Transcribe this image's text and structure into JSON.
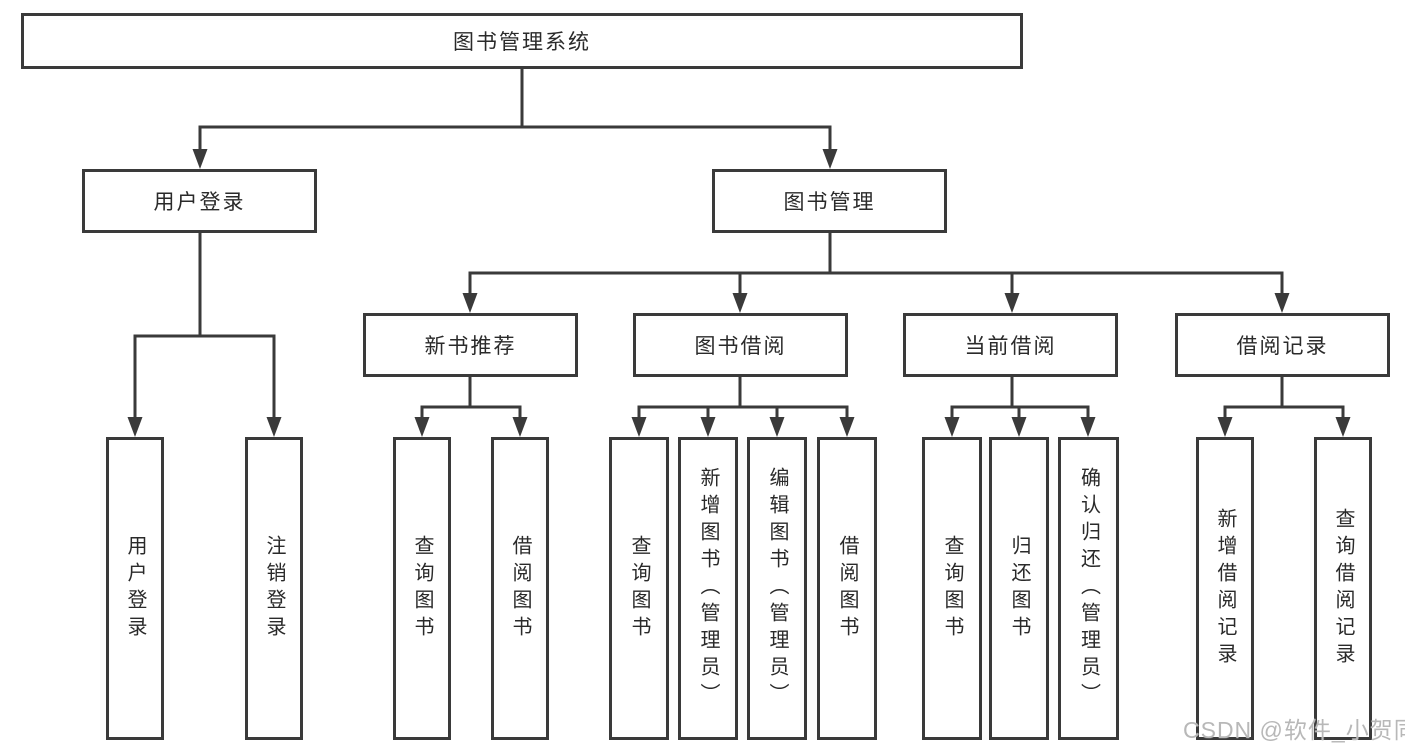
{
  "diagram": {
    "title_node": "图书管理系统",
    "colors": {
      "line": "#3a3a3a",
      "text": "#2a2a2a",
      "background": "#ffffff"
    },
    "level1": {
      "user_login": {
        "label": "用户登录"
      },
      "book_management": {
        "label": "图书管理"
      }
    },
    "level2": {
      "new_book_recommend": {
        "label": "新书推荐"
      },
      "book_borrow": {
        "label": "图书借阅"
      },
      "current_borrow": {
        "label": "当前借阅"
      },
      "borrow_records": {
        "label": "借阅记录"
      }
    },
    "leaves": {
      "user_login": [
        "用户登录",
        "注销登录"
      ],
      "new_book_recommend": [
        "查询图书",
        "借阅图书"
      ],
      "book_borrow": [
        "查询图书",
        "新增图书（管理员）",
        "编辑图书（管理员）",
        "借阅图书"
      ],
      "current_borrow": [
        "查询图书",
        "归还图书",
        "确认归还（管理员）"
      ],
      "borrow_records": [
        "新增借阅记录",
        "查询借阅记录"
      ]
    }
  },
  "watermark": {
    "text": "CSDN @软件_小贺同学",
    "color": "#b8b8b8"
  }
}
